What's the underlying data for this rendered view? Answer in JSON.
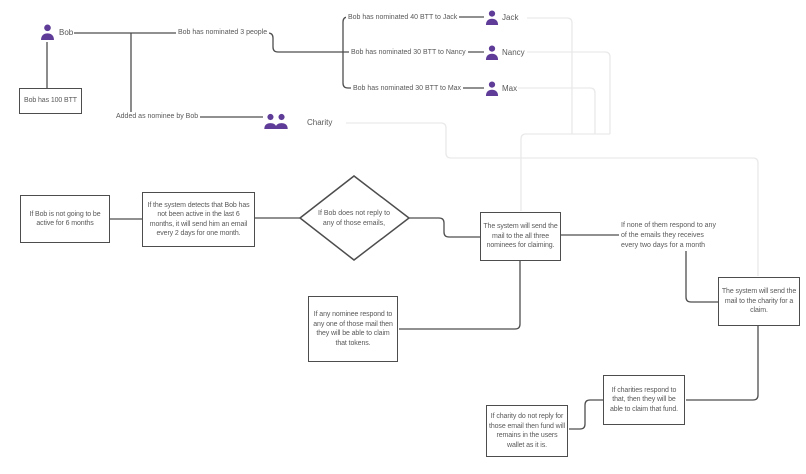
{
  "canvas": {
    "background": "#ffffff",
    "line_color": "#4d4d4d",
    "faded_line_color": "#e9e9e9",
    "text_color": "#595959",
    "actor_color": "#5e3c97"
  },
  "actors": {
    "bob": {
      "label": "Bob"
    },
    "jack": {
      "label": "Jack"
    },
    "nancy": {
      "label": "Nancy"
    },
    "max": {
      "label": "Max"
    },
    "charity": {
      "label": "Charity"
    }
  },
  "edge_labels": {
    "nominated_people": "Bob has nominated 3 people",
    "nominated_jack": "Bob has nominated 40 BTT to Jack",
    "nominated_nancy": "Bob has nominated 30 BTT to Nancy",
    "nominated_max": "Bob has nominated 30 BTT to Max",
    "added_nominee": "Added as nominee by Bob",
    "none_respond": "If none of them respond to any of the emails they receives every two days for a month"
  },
  "nodes": {
    "bob_tokens": "Bob has 100 BTT",
    "not_active": "If Bob is not going to be active for 6 months",
    "system_detects": "If the system detects that Bob has not been active in the last 6 months, it will send him an email every 2 days for one month.",
    "no_reply_decision": "If Bob does not reply to any of those emails,",
    "mail_nominees": "The system will send the mail to the all three nominees for claiming.",
    "mail_charity": "The system will send the mail to the charity for a claim.",
    "nominee_respond": "If any nominee respond to any one of those mail then they will be able to claim that tokens.",
    "charities_respond": "If charities respond to that, then they will be able to claim that fund.",
    "charity_no_reply": "If charity do not reply for those email then fund will remains in the users wallet as it is."
  }
}
